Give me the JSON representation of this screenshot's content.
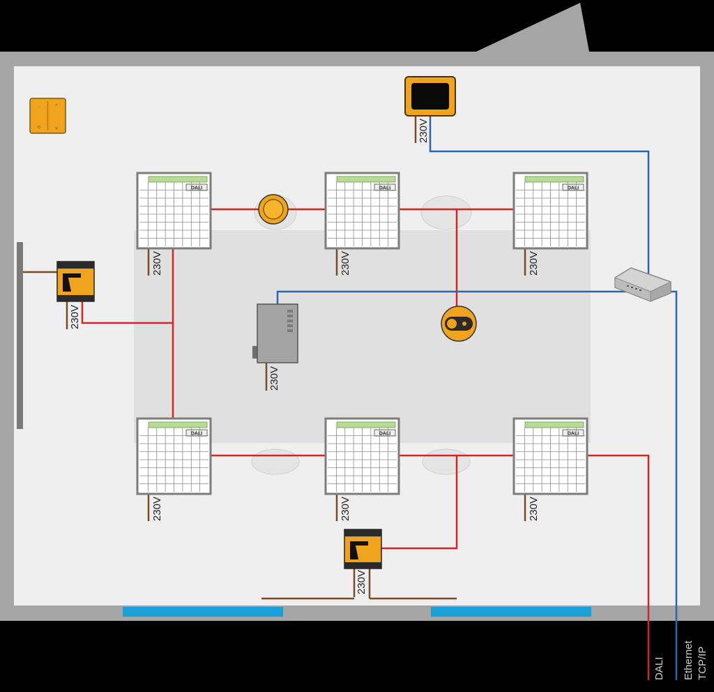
{
  "voltage_label": "230V",
  "dali_badge": "DALI",
  "cable_labels": {
    "dali": "DALI",
    "ethernet_line1": "Ethernet",
    "ethernet_line2": "TCP/IP"
  },
  "colors": {
    "background": "#000000",
    "floor": "#efefef",
    "wall": "#a5a5a5",
    "window": "#1aa0d8",
    "table": "#e0e0e0",
    "dali_line": "#d62424",
    "ethernet_line": "#2a66b0",
    "power_line": "#7a4a26",
    "device_orange": "#f0a31c",
    "panel_frame": "#7c7c7c",
    "panel_bar": "#b6dc93"
  }
}
